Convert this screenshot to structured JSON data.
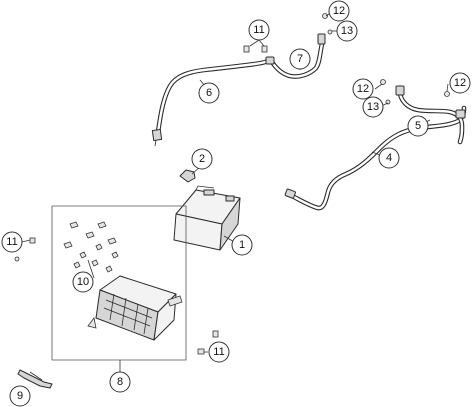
{
  "diagram": {
    "callouts": [
      {
        "id": "c1",
        "label": "1"
      },
      {
        "id": "c2",
        "label": "2"
      },
      {
        "id": "c4",
        "label": "4"
      },
      {
        "id": "c5",
        "label": "5"
      },
      {
        "id": "c6",
        "label": "6"
      },
      {
        "id": "c7",
        "label": "7"
      },
      {
        "id": "c8",
        "label": "8"
      },
      {
        "id": "c9",
        "label": "9"
      },
      {
        "id": "c10",
        "label": "10"
      },
      {
        "id": "c11a",
        "label": "11"
      },
      {
        "id": "c11b",
        "label": "11"
      },
      {
        "id": "c11c",
        "label": "11"
      },
      {
        "id": "c12a",
        "label": "12"
      },
      {
        "id": "c12b",
        "label": "12"
      },
      {
        "id": "c12c",
        "label": "12"
      },
      {
        "id": "c13a",
        "label": "13"
      },
      {
        "id": "c13b",
        "label": "13"
      }
    ]
  }
}
